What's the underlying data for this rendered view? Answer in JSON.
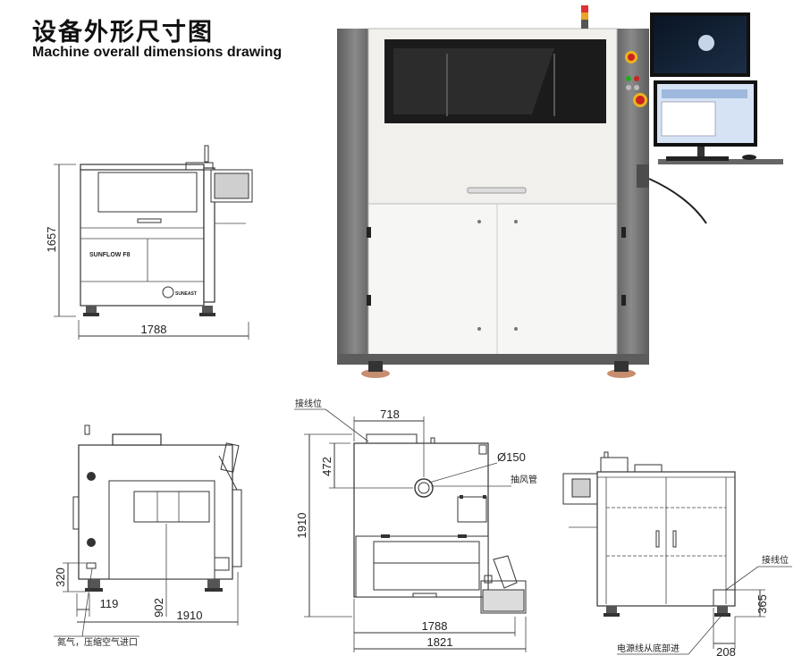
{
  "header": {
    "title_cn": "设备外形尺寸图",
    "title_en": "Machine overall dimensions drawing"
  },
  "front_view": {
    "height": "1657",
    "width": "1788",
    "brand_label": "SUNFLOW F8",
    "logo_text": "SUNEAST"
  },
  "side_view": {
    "height_small": "320",
    "offset_a": "119",
    "offset_b": "902",
    "depth": "1910",
    "inlet_note": "氮气，压缩空气进口"
  },
  "top_view": {
    "wiring_label": "接线位",
    "offset_top": "718",
    "offset_vertical": "472",
    "duct_diameter": "Ø150",
    "duct_label": "抽风管",
    "height": "1910",
    "width_inner": "1788",
    "width_outer": "1821"
  },
  "rear_view": {
    "wiring_label": "接线位",
    "height_small": "365",
    "width_small": "208",
    "power_note": "电源线从底部进"
  }
}
